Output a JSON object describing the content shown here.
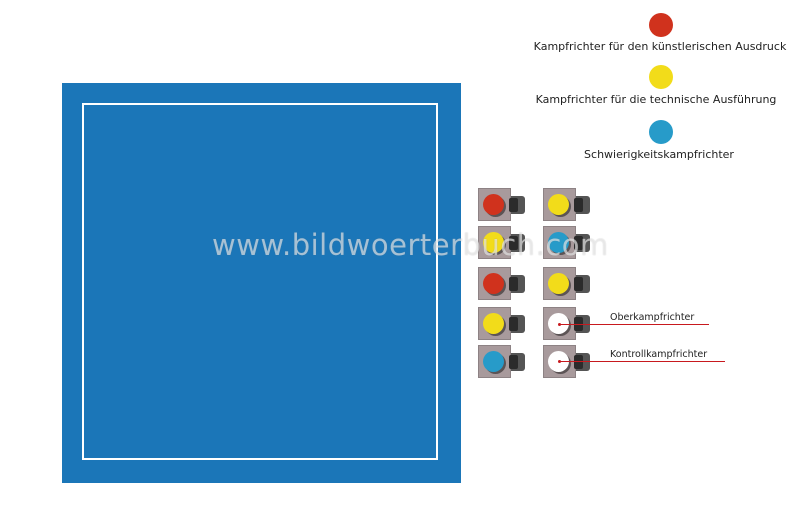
{
  "colors": {
    "floor": "#1b76b8",
    "floor_line": "#ffffff",
    "artistic": "#d0321d",
    "technical": "#f2dc1a",
    "difficulty": "#279bc9",
    "referee": "#ffffff",
    "callout_line": "#c8191e"
  },
  "legend": [
    {
      "color_key": "artistic",
      "label": "Kampfrichter für den künstlerischen Ausdruck"
    },
    {
      "color_key": "technical",
      "label": "Kampfrichter für die technische Ausführung"
    },
    {
      "color_key": "difficulty",
      "label": "Schwierigkeitskampfrichter"
    }
  ],
  "judges_table": {
    "left_column": [
      "artistic",
      "technical",
      "artistic",
      "technical",
      "difficulty"
    ],
    "right_column": [
      "technical",
      "difficulty",
      "technical",
      "referee",
      "referee"
    ]
  },
  "callouts": {
    "head_judge": "Oberkampfrichter",
    "control_judge": "Kontrollkampfrichter"
  },
  "watermark": "www.bildwoerterbuch.com"
}
